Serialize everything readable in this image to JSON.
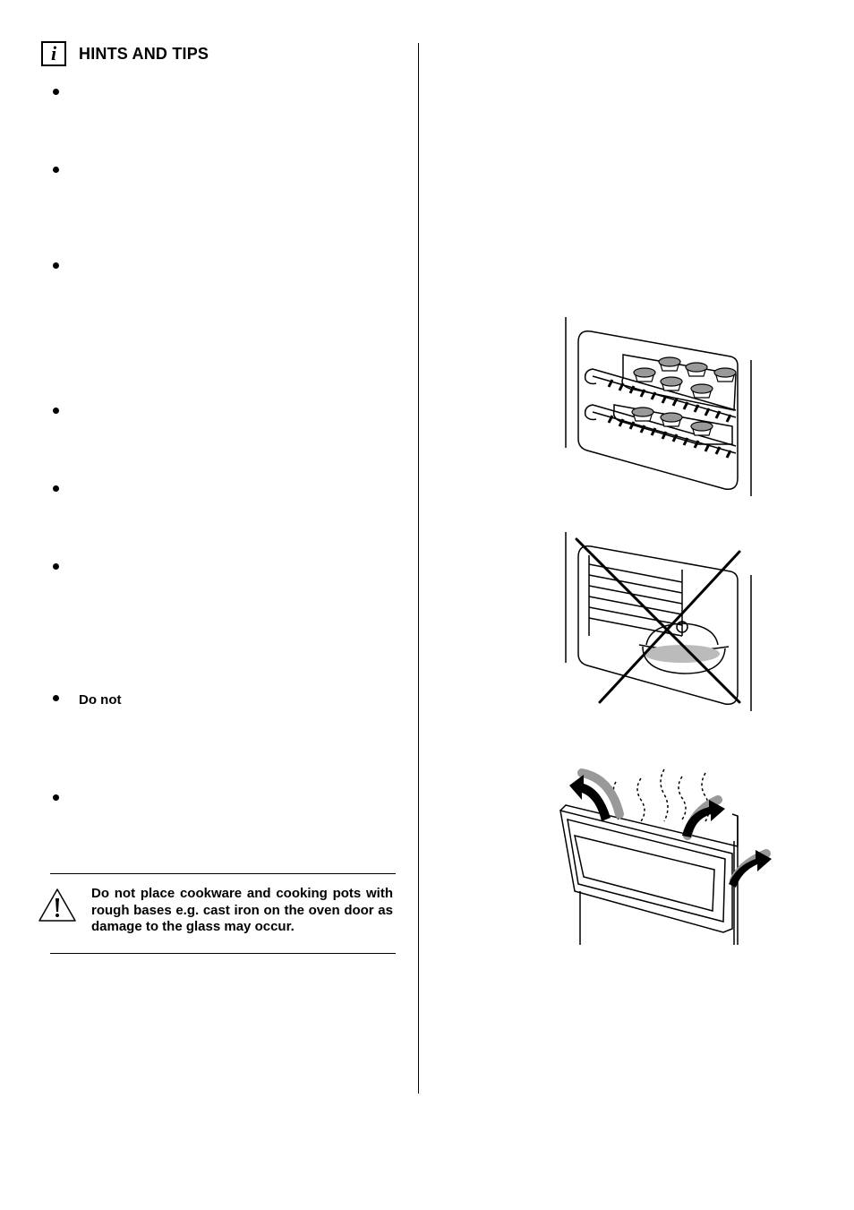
{
  "header": {
    "title": "HINTS AND TIPS",
    "icon": "info-icon"
  },
  "bullets": [
    {
      "text": ""
    },
    {
      "text": ""
    },
    {
      "text": ""
    },
    {
      "text": ""
    },
    {
      "text": ""
    },
    {
      "text": ""
    },
    {
      "text": "Do  not"
    },
    {
      "text": ""
    }
  ],
  "warning": {
    "icon": "warning-triangle-icon",
    "text": "Do not place cookware and cooking pots with rough bases e.g. cast iron on the oven door as damage to the glass may occur."
  }
}
